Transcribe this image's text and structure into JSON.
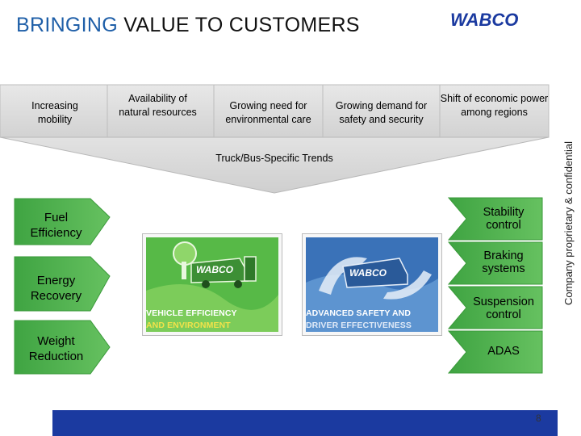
{
  "title": {
    "accent": "BRINGING",
    "rest": " VALUE TO CUSTOMERS"
  },
  "logo": {
    "text": "WABCO"
  },
  "confidential": "Company proprietary & confidential",
  "trends": {
    "items": [
      {
        "label": "Increasing mobility"
      },
      {
        "label": "Availability of natural resources"
      },
      {
        "label": "Growing need for environmental care"
      },
      {
        "label": "Growing demand for safety and security"
      },
      {
        "label": "Shift of economic power among regions"
      }
    ],
    "summary": "Truck/Bus-Specific Trends"
  },
  "left_items": [
    {
      "label": "Fuel Efficiency"
    },
    {
      "label": "Energy Recovery"
    },
    {
      "label": "Weight Reduction"
    }
  ],
  "right_items": [
    {
      "label": "Stability control"
    },
    {
      "label": "Braking systems"
    },
    {
      "label": "Suspension control"
    },
    {
      "label": "ADAS"
    }
  ],
  "cards": [
    {
      "brand": "WABCO",
      "caption_line1": "VEHICLE EFFICIENCY",
      "caption_line2": "AND ENVIRONMENT"
    },
    {
      "brand": "WABCO",
      "caption_line1": "ADVANCED SAFETY AND",
      "caption_line2": "DRIVER EFFECTIVENESS"
    }
  ],
  "footer": {
    "page_number": "8"
  },
  "colors": {
    "accent": "#1f5fa8",
    "green": "#4db04a",
    "footer": "#1b3aa0",
    "grey_box": "#d9d9d9"
  }
}
